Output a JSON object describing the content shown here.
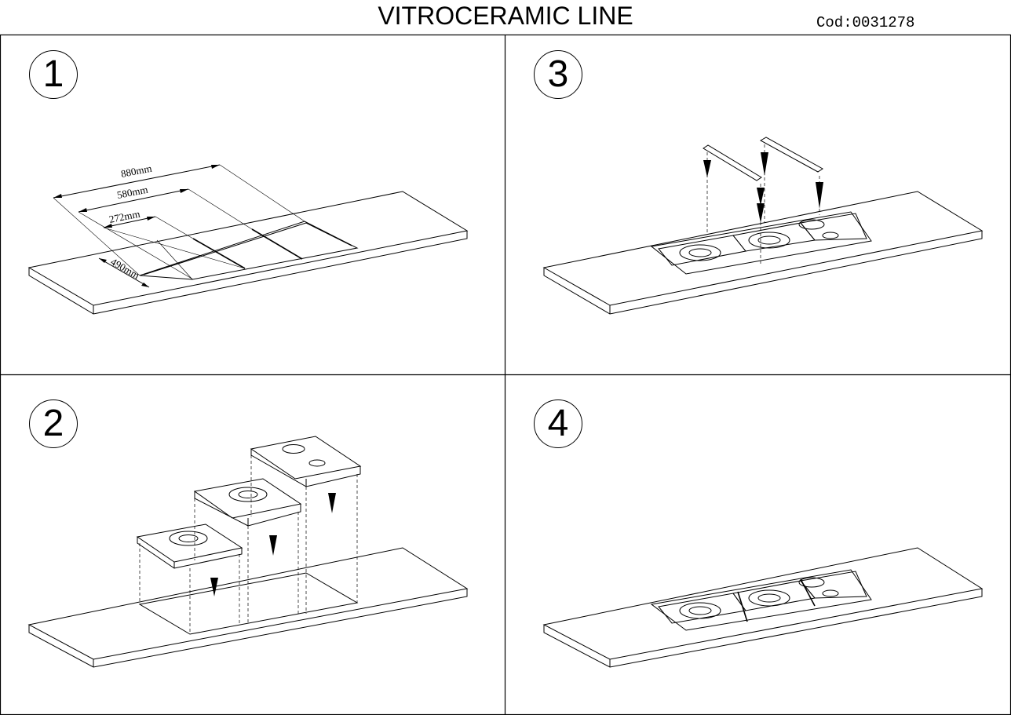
{
  "header": {
    "title": "VITROCERAMIC LINE",
    "code": "Cod:0031278"
  },
  "steps": [
    {
      "number": "1"
    },
    {
      "number": "2"
    },
    {
      "number": "3"
    },
    {
      "number": "4"
    }
  ],
  "dimensions": {
    "d880": "880mm",
    "d580": "580mm",
    "d272": "272mm",
    "d490": "490mm"
  }
}
